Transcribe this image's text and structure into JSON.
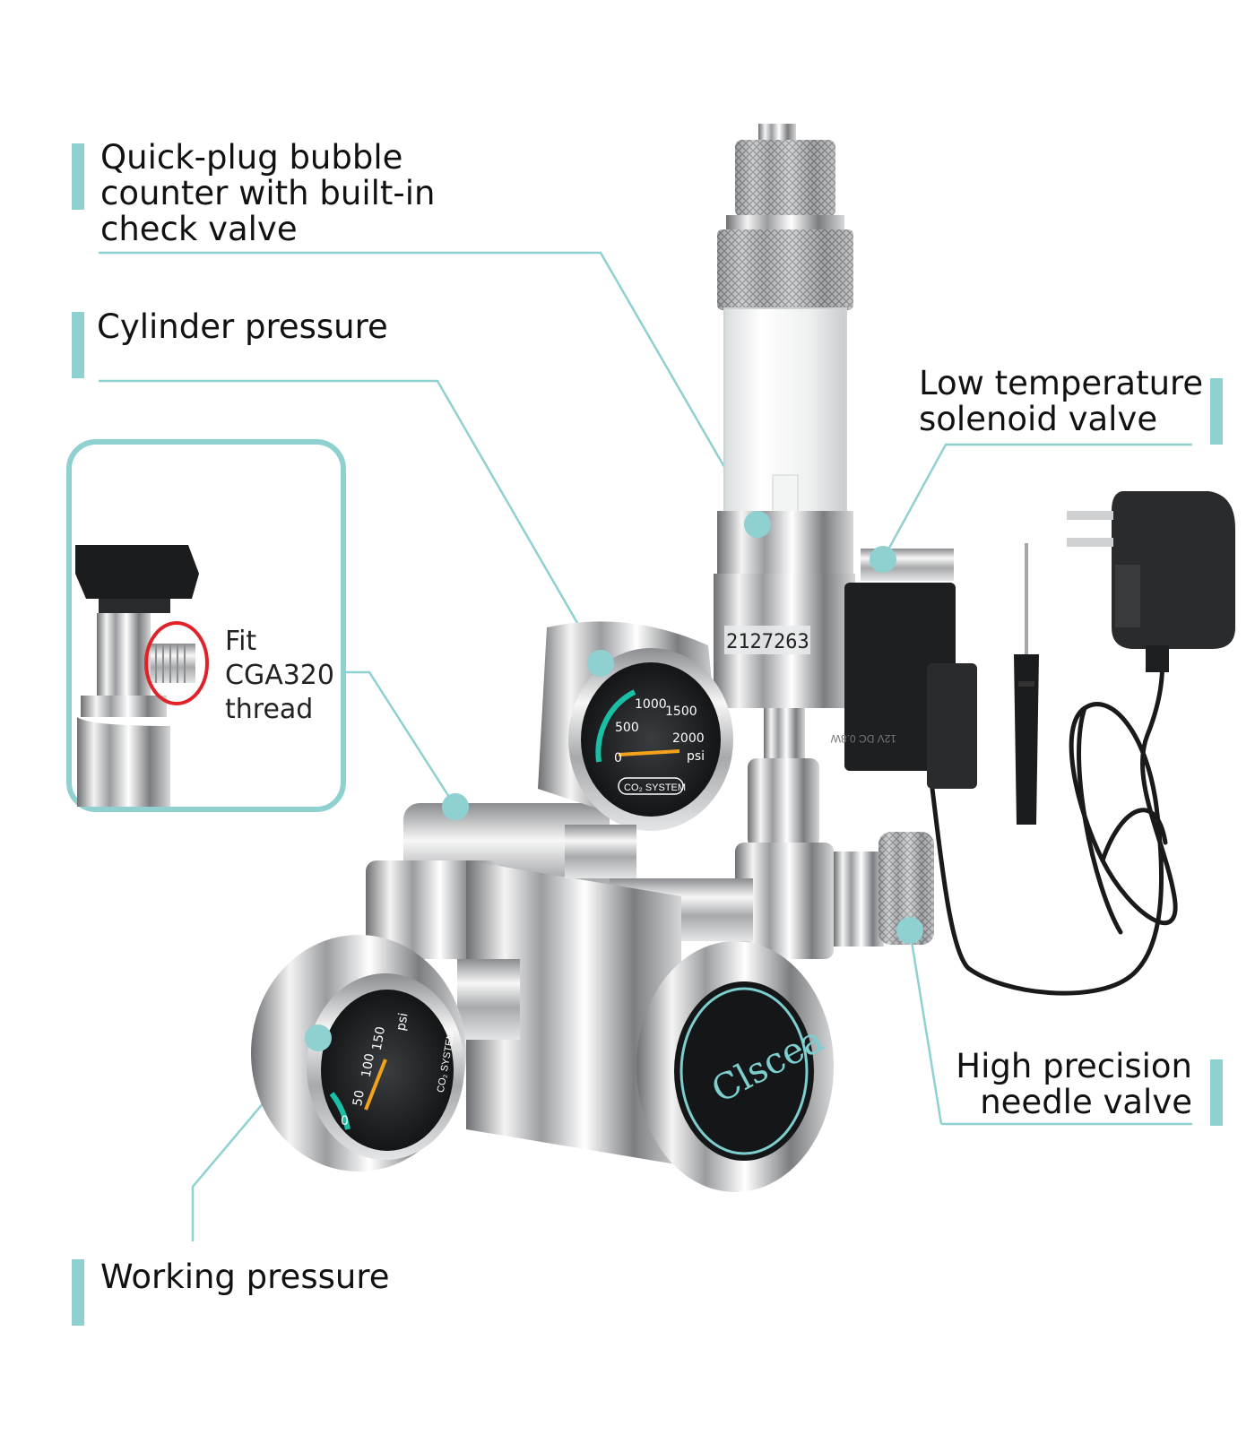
{
  "labels": {
    "bubble_counter": "Quick-plug bubble\ncounter with built-in\ncheck valve",
    "cylinder_pressure": "Cylinder pressure",
    "solenoid_valve": "Low temperature\nsolenoid valve",
    "needle_valve": "High precision\nneedle valve",
    "working_pressure": "Working pressure"
  },
  "inset": {
    "line1": "Fit",
    "line2": "CGA320",
    "line3": "thread"
  },
  "product": {
    "brand": "Clscea",
    "serial": "2127263",
    "gauge_label": "CO₂ SYSTEM",
    "cylinder_gauge_ticks": [
      "0",
      "500",
      "1000",
      "1500",
      "2000"
    ],
    "working_gauge_ticks": [
      "0",
      "50",
      "100",
      "150"
    ],
    "gauge_unit": "psi",
    "solenoid_marking": "12V DC 0.8W"
  },
  "colors": {
    "accent": "#8fd0d0",
    "line": "#8fd0d0",
    "inset_ring": "#e0222a"
  }
}
